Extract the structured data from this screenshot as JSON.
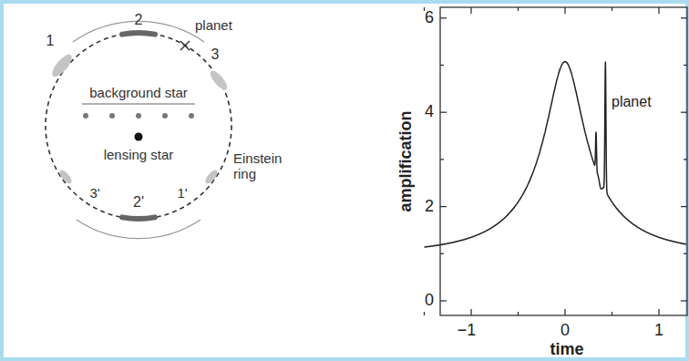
{
  "diagram": {
    "labels": [
      "1",
      "2",
      "planet",
      "3",
      "background star",
      "lensing star",
      "Einstein ring",
      "3'",
      "1'",
      "2'",
      "6",
      "4",
      "2",
      "0",
      "−1",
      "0",
      "1",
      "amplification",
      "time",
      "planet"
    ]
  }
}
